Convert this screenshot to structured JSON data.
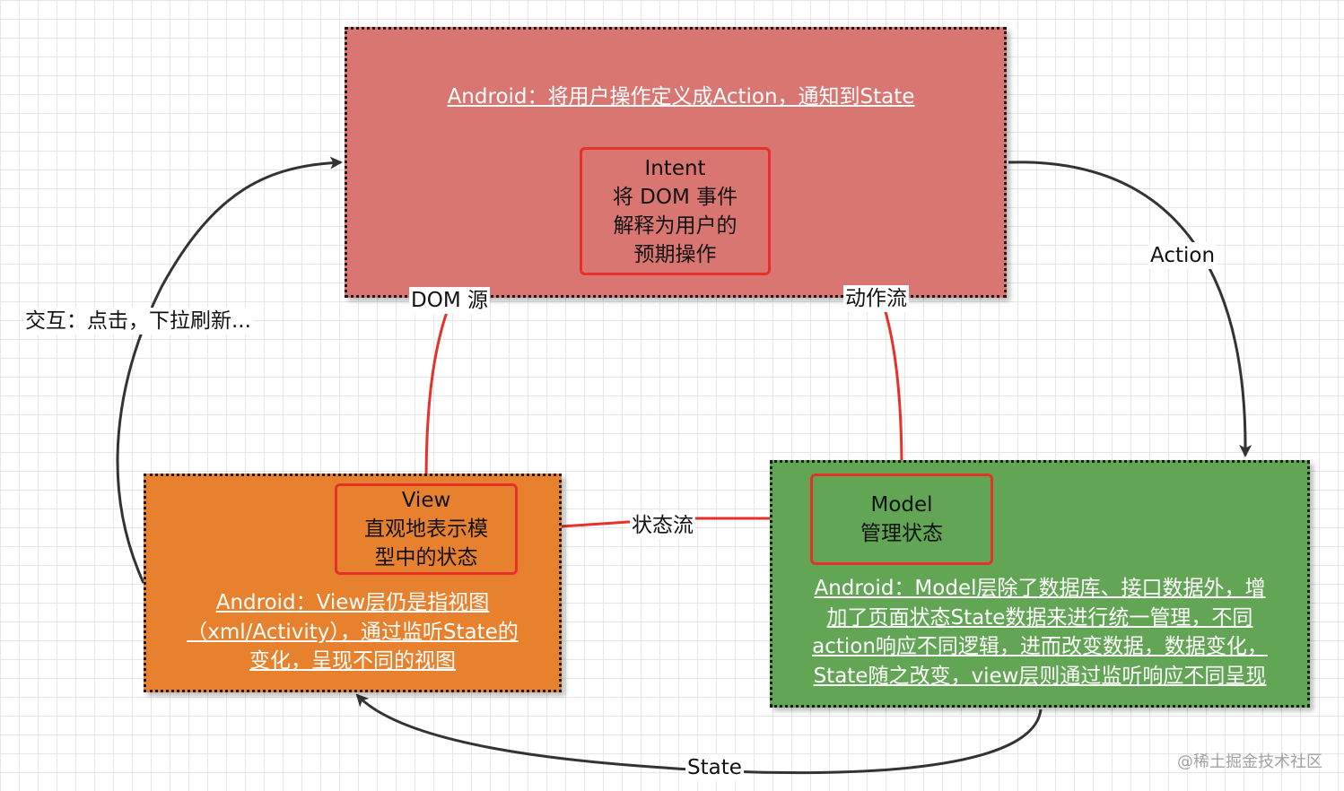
{
  "colors": {
    "intent_group": "#d97672",
    "view_group": "#e8812e",
    "model_group": "#62a655",
    "node_border": "#e8302a",
    "flow_red": "#e8302a",
    "flow_dark": "#333333"
  },
  "intent": {
    "note": "Android：将用户操作定义成Action，通知到State",
    "node_lines": [
      "Intent",
      "将 DOM 事件",
      "解释为用户的",
      "预期操作"
    ]
  },
  "view": {
    "node_lines": [
      "View",
      "直观地表示模",
      "型中的状态"
    ],
    "note_lines": [
      "Android：View层仍是指视图",
      "（xml/Activity），通过监听State的",
      "变化，呈现不同的视图"
    ]
  },
  "model": {
    "node_lines": [
      "Model",
      "管理状态"
    ],
    "note_lines": [
      "Android：Model层除了数据库、接口数据外，增",
      "加了页面状态State数据来进行统一管理，不同",
      "action响应不同逻辑，进而改变数据，数据变化，",
      "State随之改变，view层则通过监听响应不同呈现"
    ]
  },
  "edges": {
    "dom_source": "DOM 源",
    "action_stream": "动作流",
    "state_stream": "状态流",
    "action": "Action",
    "state": "State",
    "interaction": "交互：点击，下拉刷新..."
  },
  "watermark": "@稀土掘金技术社区"
}
